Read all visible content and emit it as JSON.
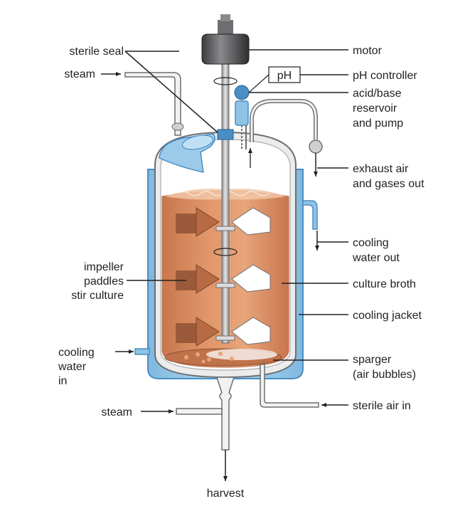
{
  "labels": {
    "sterile_seal": "sterile seal",
    "steam_top": "steam",
    "impeller": [
      "impeller",
      "paddles",
      "stir culture"
    ],
    "cooling_water_in": [
      "cooling",
      "water",
      "in"
    ],
    "steam_bottom": "steam",
    "harvest": "harvest",
    "motor": "motor",
    "ph_box": "pH",
    "ph_controller": "pH controller",
    "acid_base": [
      "acid/base",
      "reservoir",
      "and pump"
    ],
    "exhaust": [
      "exhaust air",
      "and gases out"
    ],
    "cooling_water_out": [
      "cooling",
      "water out"
    ],
    "culture_broth": "culture broth",
    "cooling_jacket": "cooling jacket",
    "sparger": [
      "sparger",
      "(air bubbles)"
    ],
    "sterile_air_in": "sterile air in"
  },
  "colors": {
    "broth": "#d9875a",
    "broth_dark": "#b86a42",
    "jacket": "#8ec3e6",
    "jacket_stroke": "#4a8ec4",
    "vessel_stroke": "#6d6e71",
    "paddle_brown": "#9a5a3a",
    "paddle_white": "#ffffff",
    "motor": "#4d4d4f",
    "line": "#231f20"
  }
}
